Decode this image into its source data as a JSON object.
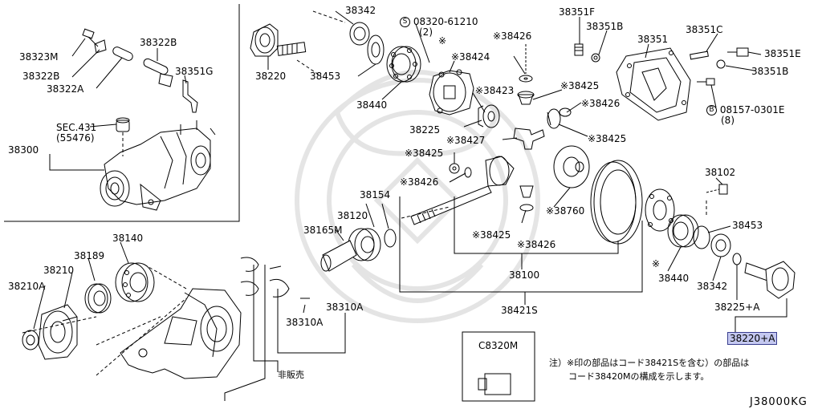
{
  "labels": {
    "l38323M": "38323M",
    "l38322B_top": "38322B",
    "l38322B_bot": "38322B",
    "l38322A": "38322A",
    "l38351G": "38351G",
    "lSEC431": "SEC.431",
    "lSEC431b": "(55476)",
    "l38300": "38300",
    "l38342_top": "38342",
    "l38220": "38220",
    "l38453_top": "38453",
    "l38440_top": "38440",
    "lS08320": "08320-61210",
    "lS08320b": "(2)",
    "l38426_a": "※38426",
    "l38424": "※38424",
    "lstar_a": "※",
    "l38423": "※38423",
    "l38425_a": "※38425",
    "l38426_b": "※38426",
    "l38225": "38225",
    "l38427": "※38427",
    "l38425_b": "※38425",
    "l38425_c": "※38425",
    "l38426_c": "※38426",
    "l38760": "※38760",
    "l38425_d": "※38425",
    "l38426_d": "※38426",
    "l38351F": "38351F",
    "l38351B_a": "38351B",
    "l38351": "38351",
    "l38351C": "38351C",
    "l38351E": "38351E",
    "l38351B_b": "38351B",
    "lB08157": "08157-0301E",
    "lB08157b": "(8)",
    "l38102": "38102",
    "l38453_r": "38453",
    "lstar_b": "※",
    "l38440_r": "38440",
    "l38342_r": "38342",
    "l38225A": "38225+A",
    "l38220A": "38220+A",
    "l38154": "38154",
    "l38120": "38120",
    "l38165M": "38165M",
    "l38100": "38100",
    "l38421S": "38421S",
    "l38140": "38140",
    "l38189": "38189",
    "l38210": "38210",
    "l38210A": "38210A",
    "l38310A_a": "38310A",
    "l38310A_b": "38310A",
    "lhihanbai": "非販売",
    "lC8320M": "C8320M"
  },
  "note": {
    "line1": "注）※印の部品はコード38421Sを含む）の部品は",
    "line2": "コード38420Mの構成を示します。"
  },
  "diagram_code": "J38000KG",
  "highlight_color": "#c4c8f0"
}
